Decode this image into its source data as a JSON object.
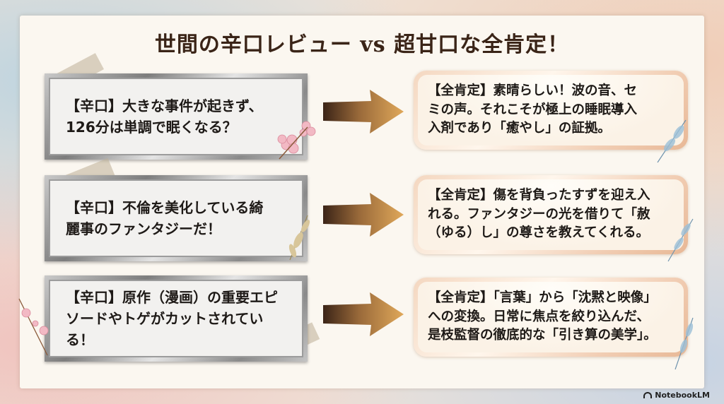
{
  "title": "世間の辛口レビュー vs 超甘口な全肯定！",
  "rows": [
    {
      "critique": [
        "【辛口】大きな事件が起きず、",
        "126分は単調で眠くなる？"
      ],
      "praise": [
        "【全肯定】素晴らしい！波の音、セ",
        "ミの声。それこそが極上の睡眠導入",
        "入剤であり「癒やし」の証拠。"
      ]
    },
    {
      "critique": [
        "【辛口】不倫を美化している綺",
        "麗事のファンタジーだ！"
      ],
      "praise": [
        "【全肯定】傷を背負ったすずを迎え入",
        "れる。ファンタジーの光を借りて「赦",
        "（ゆる）し」の尊さを教えてくれる。"
      ]
    },
    {
      "critique": [
        "【辛口】原作（漫画）の重要エピ",
        "ソードやトゲがカットされている！"
      ],
      "praise": [
        "【全肯定】「言葉」から「沈黙と映像」",
        "への変換。日常に焦点を絞り込んだ、",
        "是枝監督の徹底的な「引き算の美学」。"
      ]
    }
  ],
  "brand": "NotebookLM",
  "icons": {
    "arrow": "arrow-right-icon",
    "flower": "cherry-blossom-icon",
    "leaf": "leaf-icon",
    "logo": "notebooklm-logo-icon"
  }
}
